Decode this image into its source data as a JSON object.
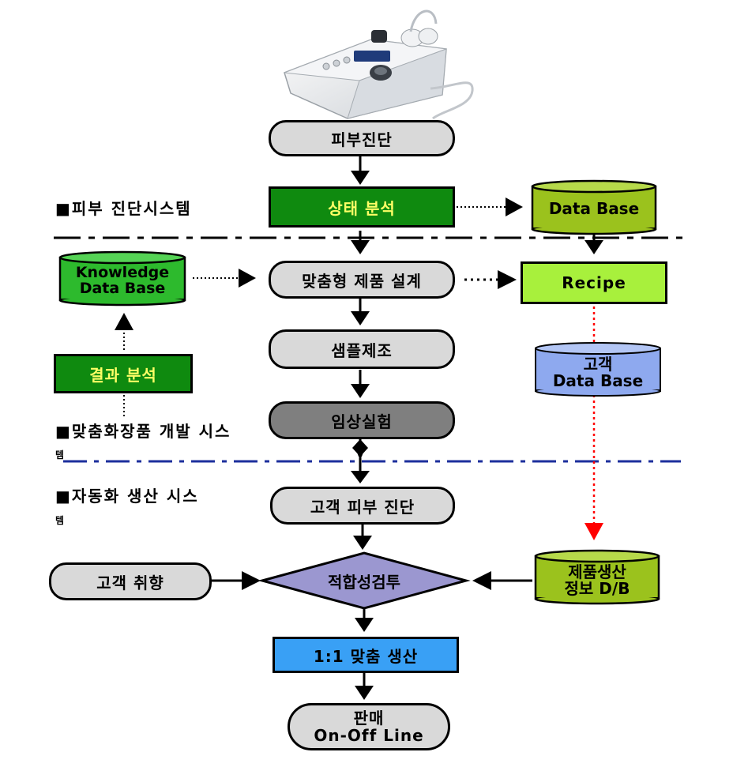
{
  "nodes": {
    "skin_diagnosis": "피부진단",
    "state_analysis": "상태 분석",
    "database": "Data Base",
    "knowledge_db_line1": "Knowledge",
    "knowledge_db_line2": "Data Base",
    "custom_design": "맞춤형 제품 설계",
    "recipe": "Recipe",
    "sample_manufacture": "샘플제조",
    "customer_db_line1": "고객",
    "customer_db_line2": "Data Base",
    "result_analysis": "결과 분석",
    "clinical_test": "임상실험",
    "customer_skin_diagnosis": "고객 피부 진단",
    "customer_preference": "고객 취향",
    "suitability_review": "적합성검투",
    "production_info_line1": "제품생산",
    "production_info_line2": "정보 D/B",
    "one_to_one_production": "1:1 맞춤 생산",
    "sales_line1": "판매",
    "sales_line2": "On-Off Line"
  },
  "sections": {
    "skin_system": "■피부 진단시스템",
    "dev_system_line1": "■맞춤화장품 개발 시스",
    "dev_system_line2": "템",
    "auto_system_line1": "■자동화 생산 시스",
    "auto_system_line2": "템"
  },
  "colors": {
    "dark_green": "#0f8a0f",
    "medium_green": "#2dba2d",
    "olive_green": "#9bc21d",
    "lime_green": "#a8f03c",
    "light_blue": "#8ea9ef",
    "gray_pill": "#d9d9d9",
    "dark_gray_pill": "#7f7f7f",
    "diamond_purple": "#9b97d0",
    "blue_rect": "#39a0f5",
    "yellow_text": "#ffff66",
    "red_dotted": "#ff0000",
    "navy_dash": "#1c2f9c"
  }
}
